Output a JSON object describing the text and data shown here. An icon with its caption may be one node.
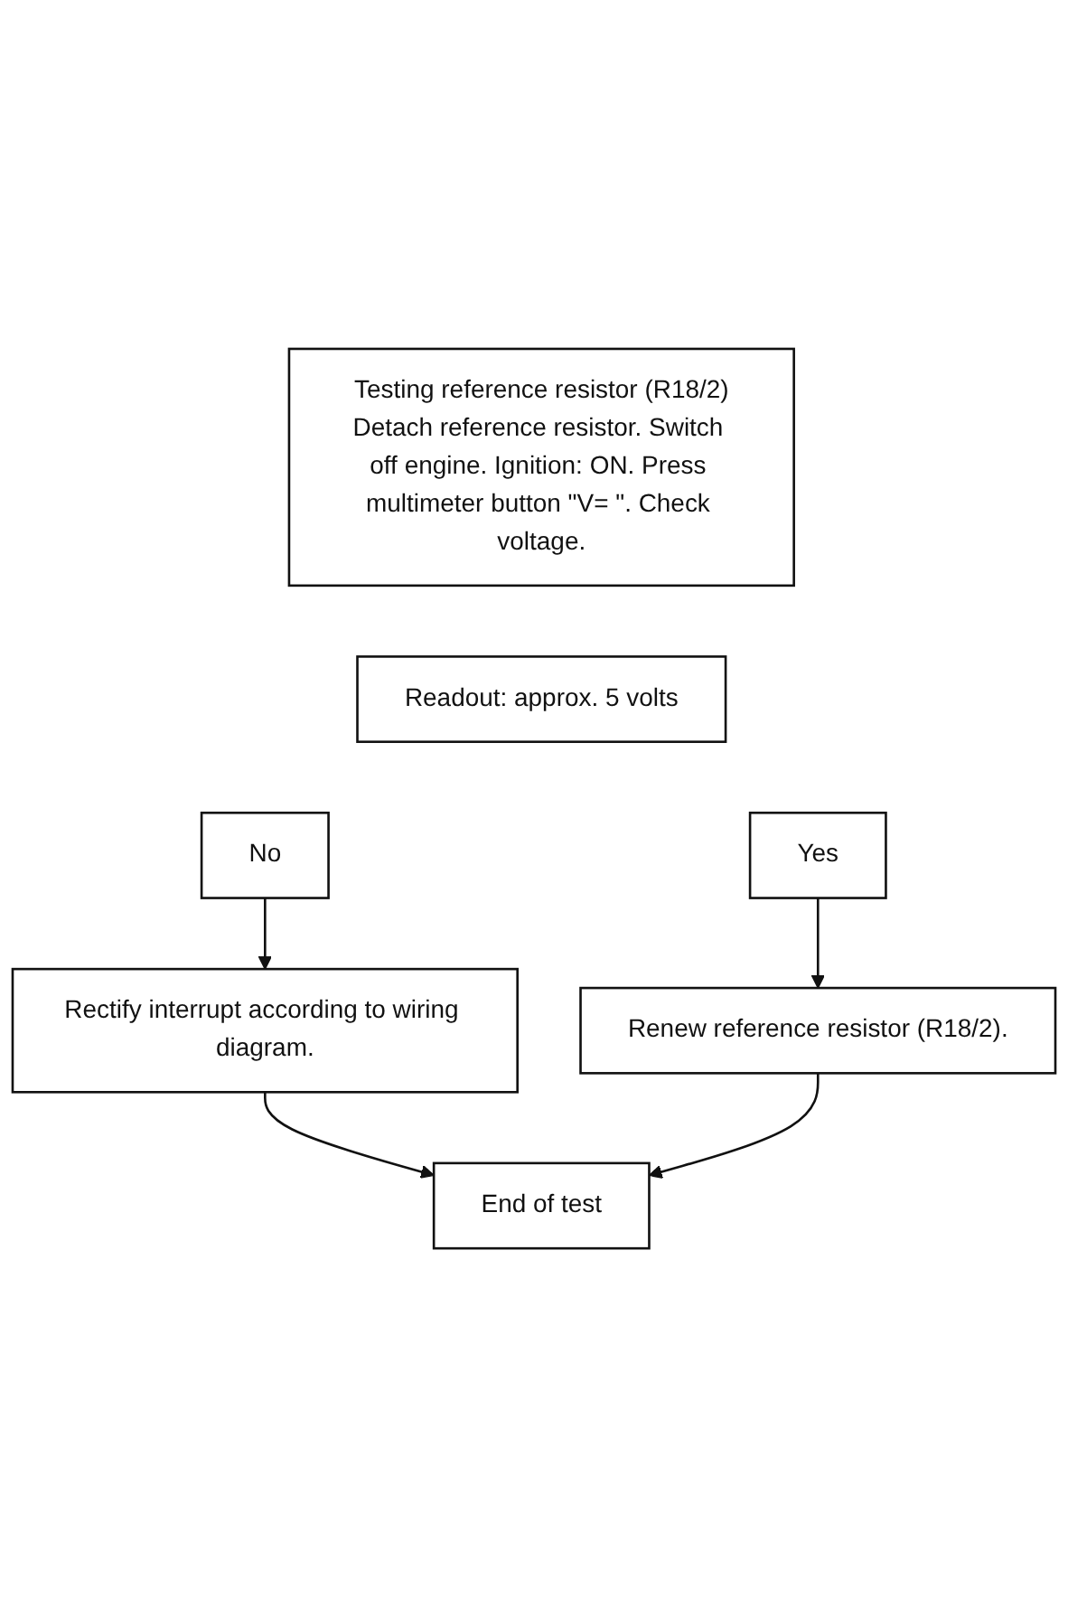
{
  "diagram": {
    "nodes": [
      {
        "text": [
          "Testing reference resistor (R18/2)",
          "Detach reference resistor. Switch off engine. Ignition: ON. Press multimeter button \"V= \". Check voltage."
        ]
      },
      {
        "text": [
          "Readout: approx. 5 volts"
        ]
      },
      {
        "text": [
          "Yes"
        ]
      },
      {
        "text": [
          "No"
        ]
      },
      {
        "text": [
          "Rectify interrupt according to wiring diagram."
        ]
      },
      {
        "text": [
          "Renew reference resistor (R18/2)."
        ]
      },
      {
        "text": [
          "End of test"
        ]
      }
    ],
    "edges": [
      {
        "from": 2,
        "to": 5,
        "arrow": "to"
      },
      {
        "from": 3,
        "to": 4,
        "arrow": "to"
      },
      {
        "from": 4,
        "to": 6,
        "arrow": "to"
      },
      {
        "from": 5,
        "to": 6,
        "arrow": "to"
      }
    ]
  }
}
